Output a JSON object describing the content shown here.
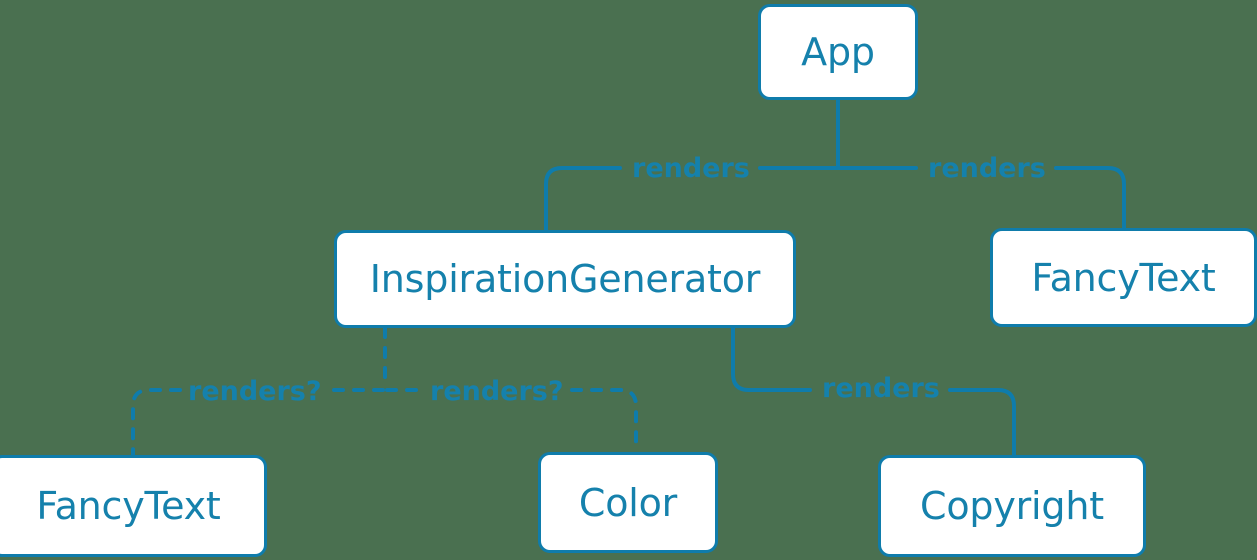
{
  "diagram": {
    "title": "React component render tree",
    "background_color": "#4a7050",
    "accent_color": "#1581ac",
    "node_border_color": "#0f7cab",
    "node_fill_color": "#ffffff",
    "nodes": [
      {
        "id": "app",
        "label": "App"
      },
      {
        "id": "inspgen",
        "label": "InspirationGenerator"
      },
      {
        "id": "fancy_top",
        "label": "FancyText"
      },
      {
        "id": "fancy_bot",
        "label": "FancyText"
      },
      {
        "id": "color",
        "label": "Color"
      },
      {
        "id": "copyright",
        "label": "Copyright"
      }
    ],
    "edges": [
      {
        "id": "app_inspgen",
        "from": "app",
        "to": "inspgen",
        "label": "renders",
        "style": "solid"
      },
      {
        "id": "app_fancy",
        "from": "app",
        "to": "fancy_top",
        "label": "renders",
        "style": "solid"
      },
      {
        "id": "inspgen_fancy",
        "from": "inspgen",
        "to": "fancy_bot",
        "label": "renders?",
        "style": "dashed"
      },
      {
        "id": "inspgen_color",
        "from": "inspgen",
        "to": "color",
        "label": "renders?",
        "style": "dashed"
      },
      {
        "id": "inspgen_copy",
        "from": "inspgen",
        "to": "copyright",
        "label": "renders",
        "style": "solid"
      }
    ]
  }
}
